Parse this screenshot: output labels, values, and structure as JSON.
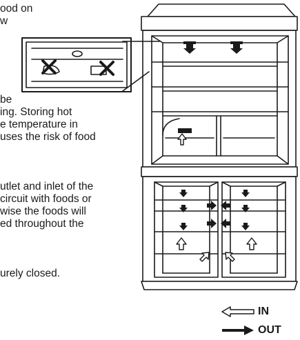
{
  "text_lines": [
    "ood on",
    "w",
    "be",
    "ing. Storing hot",
    "e temperature in",
    "uses the risk of food",
    "utlet and inlet of the",
    "circuit with foods or",
    "wise the foods will",
    "ed throughout the",
    "urely closed."
  ],
  "legend": {
    "in_label": "IN",
    "out_label": "OUT"
  },
  "colors": {
    "ink": "#1a1a1a",
    "background": "#ffffff",
    "arrow_in_fill": "#ffffff",
    "arrow_out_fill": "#1a1a1a"
  }
}
